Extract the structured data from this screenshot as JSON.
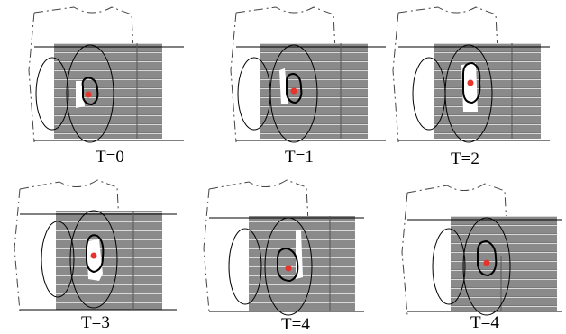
{
  "figure": {
    "background_color": "#ffffff",
    "grid_color": "#8a8a8a",
    "marker_color": "#e8332a",
    "panels": [
      {
        "label": "T=0"
      },
      {
        "label": "T=1"
      },
      {
        "label": "T=2"
      },
      {
        "label": "T=3"
      },
      {
        "label": "T=4"
      },
      {
        "label": "T=4"
      }
    ]
  }
}
